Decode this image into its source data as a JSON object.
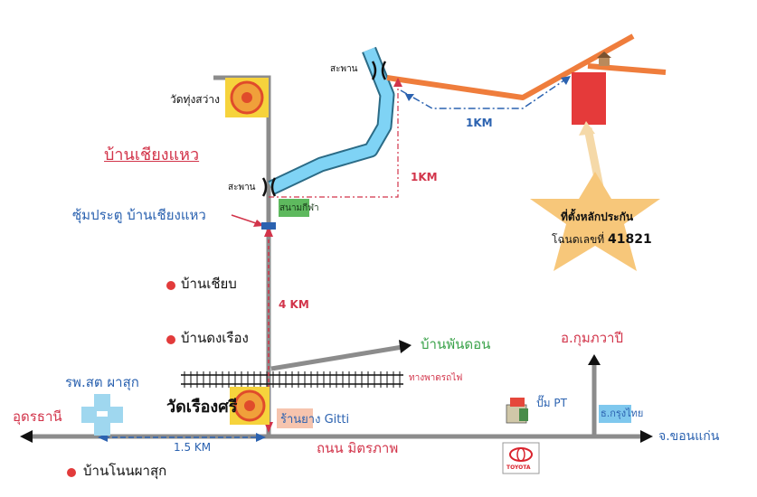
{
  "colors": {
    "road_gray": "#8c8c8c",
    "road_orange": "#ef7d3c",
    "river_blue": "#7fd3f5",
    "dot_red": "#e23b3b",
    "star_fill": "#f7c77a",
    "accent_red": "#d2344a",
    "accent_blue": "#2b62b0",
    "accent_green": "#3aa24a"
  },
  "labels": {
    "wat_thung_sawang": "วัดทุ่งสว่าง",
    "ban_chiang_hwae": "บ้านเชียงแหว",
    "bridge_left": "สะพาน",
    "bridge_top": "สะพาน",
    "stadium": "สนามกีฬา",
    "gate_arch": "ซุ้มประตู บ้านเชียงแหว",
    "dist_1km_vertical": "1KM",
    "dist_1km_dashed": "1KM",
    "star_line1": "ที่ตั้งหลักประกัน",
    "star_line2_prefix": "โฉนดเลขที่",
    "star_line2_number": "41821",
    "ban_chiap": "บ้านเชียบ",
    "ban_dong_rueang": "บ้านดงเรือง",
    "dist_4km": "4 KM",
    "ban_phan_don": "บ้านพันดอน",
    "kumphawapi": "อ.กุมภวาปี",
    "railway": "ทางพาดรถไฟ",
    "hospital": "รพ.สต ผาสุก",
    "udon_thani": "อุดรธานี",
    "wat_rueang_si": "วัดเรืองศรี",
    "gitti_shop": "ร้านยาง Gitti",
    "pt_station": "ปั๊ม PT",
    "krungthai": "ธ.กรุงไทย",
    "khon_kaen": "จ.ขอนแก่น",
    "dist_1_5km": "1.5 KM",
    "mittraphap_road": "ถนน มิตรภาพ",
    "ban_non_pha_suk": "บ้านโนนผาสุก",
    "toyota": "TOYOTA"
  },
  "icons": [
    "temple-emblem-icon",
    "hospital-cross-icon",
    "gas-station-icon",
    "toyota-logo-icon",
    "star-marker-icon",
    "red-dot-icon",
    "arrow-icon"
  ]
}
